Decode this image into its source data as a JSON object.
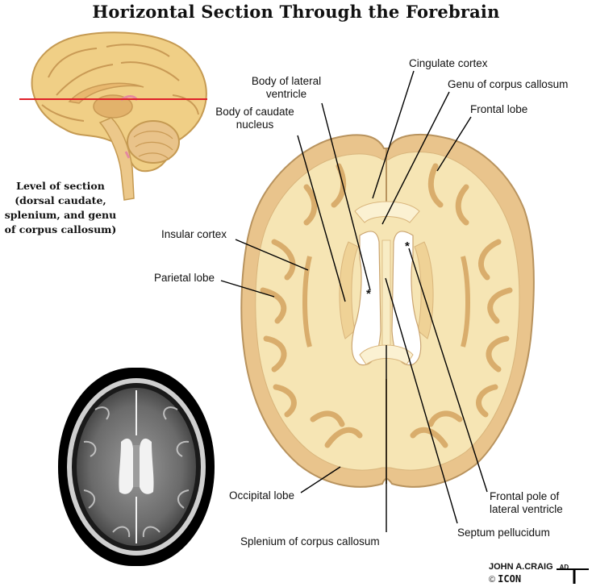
{
  "title": "Horizontal Section Through the Forebrain",
  "level": {
    "lines": [
      "Level of section",
      "(dorsal caudate,",
      "splenium, and genu",
      "of corpus callosum)"
    ]
  },
  "labels": {
    "cingulate": "Cingulate cortex",
    "body_lateral_1": "Body of lateral",
    "body_lateral_2": "ventricle",
    "genu": "Genu of corpus callosum",
    "frontal_lobe": "Frontal lobe",
    "caudate_1": "Body of caudate",
    "caudate_2": "nucleus",
    "insular": "Insular cortex",
    "parietal": "Parietal lobe",
    "occipital": "Occipital lobe",
    "frontal_pole_1": "Frontal pole of",
    "frontal_pole_2": "lateral ventricle",
    "septum": "Septum pellucidum",
    "splenium": "Splenium of corpus callosum",
    "asterisk": "*"
  },
  "credit": {
    "artist": "JOHN A.CRAIG",
    "suffix": "AD",
    "copyright": "©",
    "brand": "ICON"
  },
  "colors": {
    "tissue": "#f6e5b4",
    "cortex": "#e9c48c",
    "brain_outline": "#b8935e",
    "ventricle": "#ffffff",
    "section_line": "#e0202a",
    "mri_bg": "#000000"
  }
}
